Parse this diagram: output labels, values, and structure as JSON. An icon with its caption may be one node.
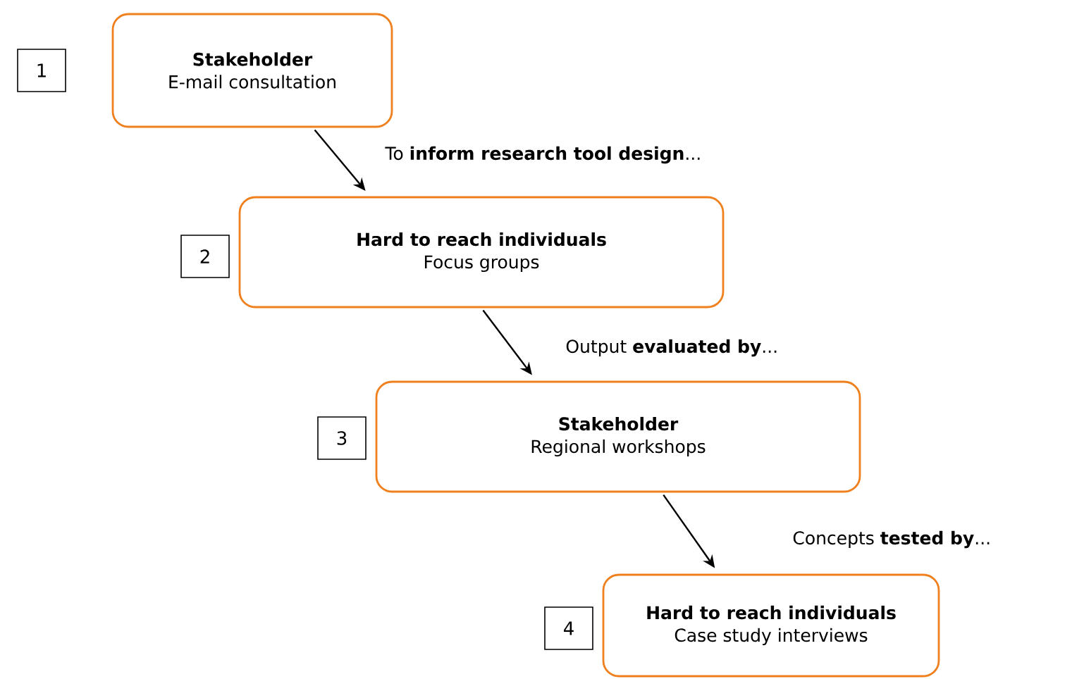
{
  "diagram": {
    "nodes": [
      {
        "text": [
          "Stakeholder",
          "E-mail consultation"
        ]
      },
      {
        "text": [
          "Hard to reach individuals",
          "Focus groups"
        ]
      },
      {
        "text": [
          "Stakeholder",
          "Regional workshops"
        ]
      },
      {
        "text": [
          "Hard to reach individuals",
          "Case study interviews"
        ]
      },
      {
        "text": [
          "1"
        ]
      },
      {
        "text": [
          "2"
        ]
      },
      {
        "text": [
          "3"
        ]
      },
      {
        "text": [
          "4"
        ]
      }
    ],
    "edges": [
      {
        "from": 0,
        "to": 1,
        "arrow": "to",
        "label": "To **inform research tool design**..."
      },
      {
        "from": 1,
        "to": 2,
        "arrow": "to",
        "label": "Output **evaluated by**..."
      },
      {
        "from": 2,
        "to": 3,
        "arrow": "to",
        "label": "Concepts **tested by**..."
      }
    ]
  }
}
